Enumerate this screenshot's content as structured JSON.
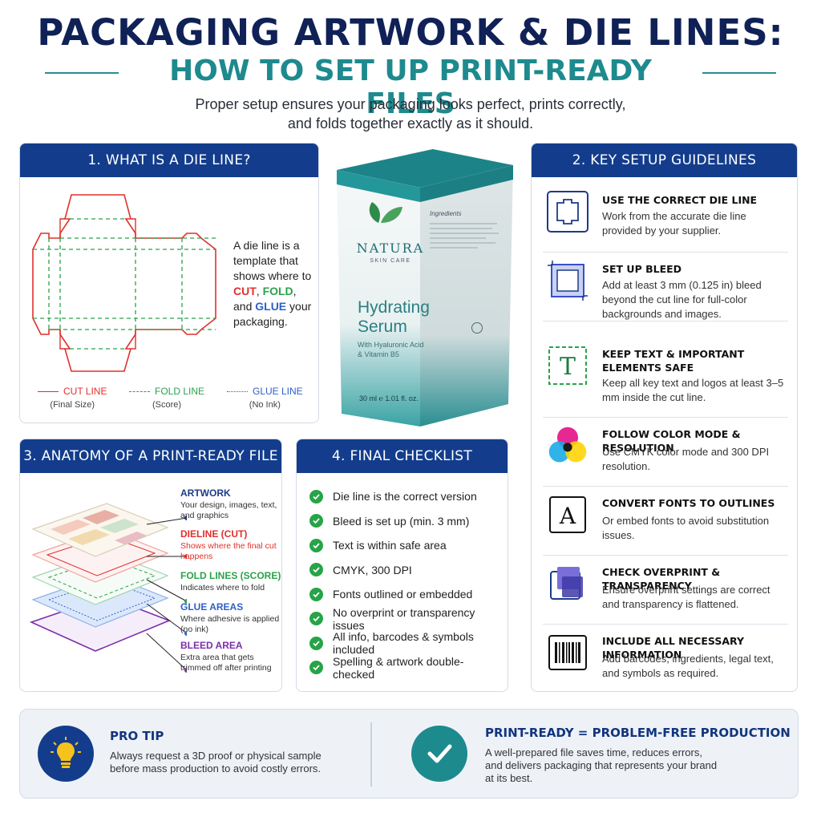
{
  "header": {
    "title": "PACKAGING ARTWORK & DIE LINES:",
    "subtitle": "HOW TO SET UP PRINT-READY FILES",
    "intro_line1": "Proper setup ensures your packaging looks perfect, prints correctly,",
    "intro_line2": "and folds together exactly as it should."
  },
  "die_line_card": {
    "title": "1. WHAT IS A DIE LINE?",
    "desc_prefix": "A die line is a template that shows where to ",
    "cut": "CUT",
    "sep1": ", ",
    "fold": "FOLD",
    "sep2": ", and ",
    "glue": "GLUE",
    "desc_suffix": " your packaging.",
    "legend": [
      {
        "label": "CUT LINE",
        "sub": "(Final Size)",
        "color": "#e0312b"
      },
      {
        "label": "FOLD LINE",
        "sub": "(Score)",
        "color": "#2aa24a"
      },
      {
        "label": "GLUE LINE",
        "sub": "(No Ink)",
        "color": "#2f5fc8"
      }
    ]
  },
  "product_box": {
    "brand": "NATURA",
    "brand_sub": "SKIN CARE",
    "product_line1": "Hydrating",
    "product_line2": "Serum",
    "desc_line1": "With Hyaluronic Acid",
    "desc_line2": "& Vitamin B5",
    "volume": "30 ml ℮ 1.01 fl. oz.",
    "side_heading": "Ingredients"
  },
  "guidelines_card": {
    "title": "2. KEY SETUP GUIDELINES",
    "items": [
      {
        "icon": "die-line-icon",
        "title": "USE THE CORRECT DIE LINE",
        "text": "Work from the accurate die line provided by your supplier."
      },
      {
        "icon": "bleed-icon",
        "title": "SET UP BLEED",
        "text": "Add at least 3 mm (0.125 in) bleed beyond the cut line for full-color backgrounds and images."
      },
      {
        "icon": "safe-area-text-icon",
        "title": "KEEP TEXT & IMPORTANT ELEMENTS SAFE",
        "text": "Keep all key text and logos at least 3–5 mm inside the cut line."
      },
      {
        "icon": "cmyk-color-icon",
        "title": "FOLLOW COLOR MODE & RESOLUTION",
        "text": "Use CMYK color mode and 300 DPI resolution."
      },
      {
        "icon": "font-outline-icon",
        "title": "CONVERT FONTS TO OUTLINES",
        "text": "Or embed fonts to avoid substitution issues."
      },
      {
        "icon": "overprint-icon",
        "title": "CHECK OVERPRINT & TRANSPARENCY",
        "text": "Ensure overprint settings are correct and transparency is flattened."
      },
      {
        "icon": "barcode-icon",
        "title": "INCLUDE ALL NECESSARY INFORMATION",
        "text": "Add barcodes, ingredients, legal text, and symbols as required."
      }
    ]
  },
  "anatomy_card": {
    "title": "3. ANATOMY OF A PRINT-READY FILE",
    "layers": [
      {
        "title": "ARTWORK",
        "desc": "Your design, images, text, and graphics",
        "color": "#1d3a8a"
      },
      {
        "title": "DIELINE (CUT)",
        "desc": "Shows where the final cut happens",
        "color": "#e0312b"
      },
      {
        "title": "FOLD LINES (SCORE)",
        "desc": "Indicates where to fold",
        "color": "#2aa24a"
      },
      {
        "title": "GLUE AREAS",
        "desc": "Where adhesive is applied (no ink)",
        "color": "#2f5fc8"
      },
      {
        "title": "BLEED AREA",
        "desc": "Extra area that gets trimmed off after printing",
        "color": "#7b2fa8"
      }
    ]
  },
  "checklist_card": {
    "title": "4. FINAL CHECKLIST",
    "items": [
      "Die line is the correct version",
      "Bleed is set up (min. 3 mm)",
      "Text is within safe area",
      "CMYK, 300 DPI",
      "Fonts outlined or embedded",
      "No overprint or transparency issues",
      "All info, barcodes & symbols included",
      "Spelling & artwork double-checked"
    ]
  },
  "footer": {
    "pro_tip_title": "PRO TIP",
    "pro_tip_text": "Always request a 3D proof or physical sample before mass production to avoid costly errors.",
    "print_ready_title": "PRINT-READY = PROBLEM-FREE PRODUCTION",
    "print_ready_text": "A well-prepared file saves time, reduces errors, and delivers packaging that represents your brand at its best."
  },
  "colors": {
    "navy": "#0f2156",
    "teal": "#1d8a8e",
    "header_blue": "#133d8c",
    "cut_red": "#e0312b",
    "fold_green": "#2aa24a",
    "glue_blue": "#2f5fc8",
    "bleed_purple": "#7b2fa8"
  }
}
